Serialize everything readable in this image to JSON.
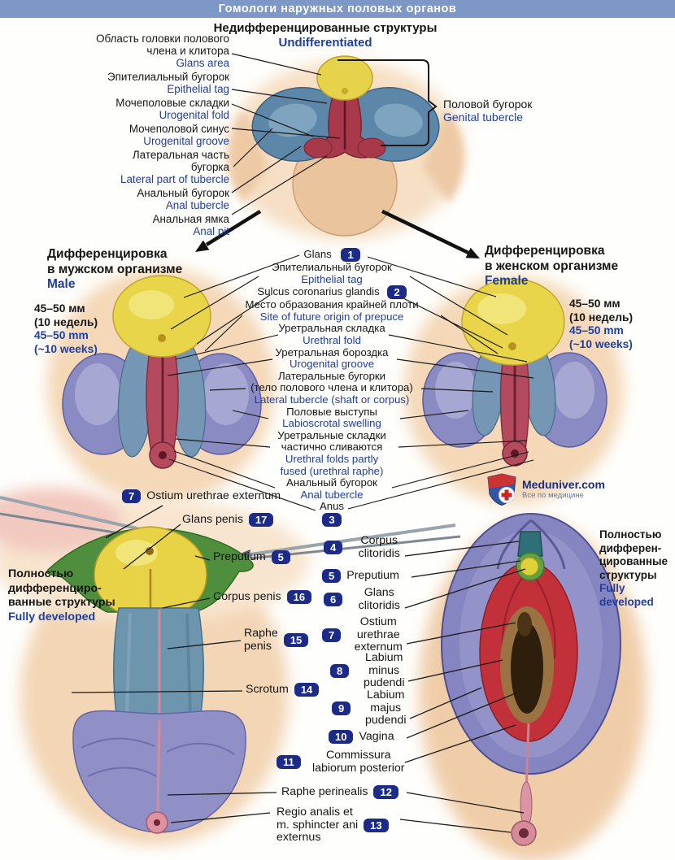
{
  "title_bar": "Гомологи наружных половых органов",
  "colors": {
    "accent_blue": "#1f3e9e",
    "badge_bg": "#1c2b87",
    "title_bar_bg": "#7d98c6"
  },
  "undiff": {
    "ru": "Недифференцированные структуры",
    "en": "Undifferentiated"
  },
  "genital_tubercle": {
    "ru": "Половой бугорок",
    "en": "Genital tubercle"
  },
  "top_left_labels": [
    {
      "ru": "Область головки полового\nчлена и клитора",
      "en": "Glans area"
    },
    {
      "ru": "Эпителиальный бугорок",
      "en": "Epithelial tag"
    },
    {
      "ru": "Мочеполовые складки",
      "en": "Urogenital fold"
    },
    {
      "ru": "Мочеполовой синус",
      "en": "Urogenital groove"
    },
    {
      "ru": "Латеральная часть\nбугорка",
      "en": "Lateral part of tubercle"
    },
    {
      "ru": "Анальный бугорок",
      "en": "Anal tubercle"
    },
    {
      "ru": "Анальная ямка",
      "en": "Anal pit"
    }
  ],
  "male_section": {
    "ru": "Дифференцировка\nв мужском организме",
    "en": "Male"
  },
  "female_section": {
    "ru": "Дифференцировка\nв женском организме",
    "en": "Female"
  },
  "male_size": {
    "ru": "45–50 мм\n(10 недель)",
    "en": "45–50 mm\n(~10 weeks)"
  },
  "female_size": {
    "ru": "45–50 мм\n(10 недель)",
    "en": "45–50 mm\n(~10 weeks)"
  },
  "center_labels": [
    {
      "lat": "Glans",
      "badge": "1"
    },
    {
      "ru": "Эпителиальный бугорок",
      "en": "Epithelial tag"
    },
    {
      "lat": "Sulcus coronarius glandis",
      "badge": "2"
    },
    {
      "ru": "Место образования крайней плоти",
      "en": "Site of future origin of prepuce"
    },
    {
      "ru": "Уретральная складка",
      "en": "Urethral fold"
    },
    {
      "ru": "Уретральная бороздка",
      "en": "Urogenital groove"
    },
    {
      "ru": "Латеральные бугорки\n(тело полового члена и клитора)",
      "en": "Lateral tubercle (shaft or corpus)"
    },
    {
      "ru": "Половые выступы",
      "en": "Labioscrotal swelling"
    },
    {
      "ru": "Уретральные складки\nчастично сливаются",
      "en": "Urethral folds partly\nfused (urethral raphe)"
    },
    {
      "ru": "Анальный бугорок",
      "en": "Anal tubercle"
    },
    {
      "lat": "Anus",
      "badge": "3"
    }
  ],
  "fully_left": {
    "ru": "Полностью\nдифференциро-\nванные структуры",
    "en": "Fully developed"
  },
  "fully_right": {
    "ru": "Полностью\nдифферен-\nцированные\nструктуры",
    "en": "Fully\ndeveloped"
  },
  "male_labels": [
    {
      "badge": "7",
      "text": "Ostium urethrae externum"
    },
    {
      "text": "Glans penis",
      "badge": "17"
    },
    {
      "text": "Preputium",
      "badge": "5"
    },
    {
      "text": "Corpus penis",
      "badge": "16"
    },
    {
      "text": "Raphe\npenis",
      "badge": "15"
    },
    {
      "text": "Scrotum",
      "badge": "14"
    }
  ],
  "female_labels": [
    {
      "badge": "4",
      "text": "Corpus\nclitoridis"
    },
    {
      "badge": "5",
      "text": "Preputium"
    },
    {
      "badge": "6",
      "text": "Glans\nclitoridis"
    },
    {
      "badge": "7",
      "text": "Ostium\nurethrae\nexternum"
    },
    {
      "badge": "8",
      "text": "Labium\nminus\npudendi"
    },
    {
      "badge": "9",
      "text": "Labium\nmajus\npudendi"
    },
    {
      "badge": "10",
      "text": "Vagina"
    },
    {
      "badge": "11",
      "text": "Commissura\nlabiorum posterior"
    }
  ],
  "perineal_labels": [
    {
      "text": "Raphe perinealis",
      "badge": "12"
    },
    {
      "text": "Regio analis et\nm. sphincter ani\nexternus",
      "badge": "13"
    }
  ],
  "logo": {
    "title": "Meduniver.com",
    "tagline": "Все по медицине"
  }
}
